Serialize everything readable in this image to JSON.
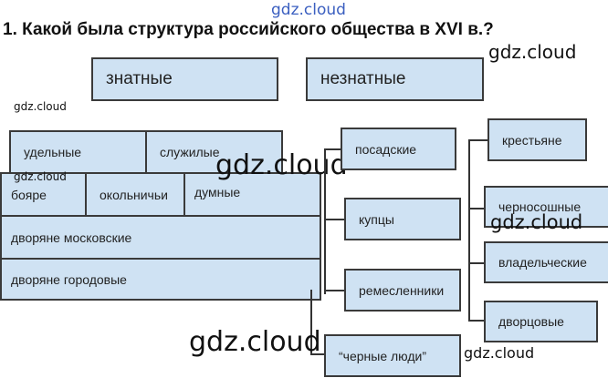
{
  "title": "1. Какой была структура российского общества в XVI в.?",
  "top": {
    "noble": "знатные",
    "common": "незнатные"
  },
  "noble": {
    "udelnye": "удельные",
    "sluzhilye": "служилые",
    "boyare": "бояре",
    "okolnichi": "окольничьи",
    "dumnye": "думные",
    "moscow": "дворяне московские",
    "city": "дворяне городовые"
  },
  "town": {
    "posad": "посадские",
    "kuptsy": "купцы",
    "remeslenniki": "ремесленники",
    "black": "“черные люди”"
  },
  "peasants": {
    "main": "крестьяне",
    "chernososhnye": "черносошные",
    "vladelcheskie": "владельческие",
    "dvortsovye": "дворцовые"
  },
  "watermark": "gdz.cloud"
}
